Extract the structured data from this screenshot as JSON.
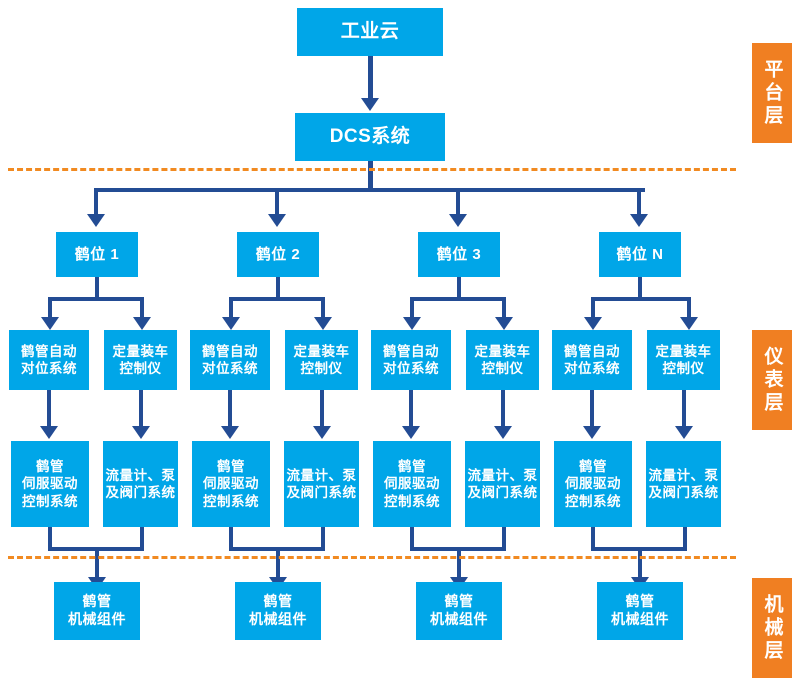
{
  "diagram": {
    "title_node": {
      "label": "工业云"
    },
    "dcs_node": {
      "label": "DCS系统"
    },
    "layer_tags": [
      {
        "label": "平台层",
        "name": "platform-layer"
      },
      {
        "label": "仪表层",
        "name": "instrument-layer"
      },
      {
        "label": "机械层",
        "name": "mechanical-layer"
      }
    ],
    "stations": [
      {
        "label": "鹤位 1"
      },
      {
        "label": "鹤位 2"
      },
      {
        "label": "鹤位 3"
      },
      {
        "label": "鹤位 N"
      }
    ],
    "instrument_nodes": [
      {
        "label": "鹤管自动\n对位系统"
      },
      {
        "label": "定量装车\n控制仪"
      },
      {
        "label": "鹤管自动\n对位系统"
      },
      {
        "label": "定量装车\n控制仪"
      },
      {
        "label": "鹤管自动\n对位系统"
      },
      {
        "label": "定量装车\n控制仪"
      },
      {
        "label": "鹤管自动\n对位系统"
      },
      {
        "label": "定量装车\n控制仪"
      }
    ],
    "driver_nodes": [
      {
        "label": "鹤管\n伺服驱动\n控制系统"
      },
      {
        "label": "流量计、泵\n及阀门系统"
      },
      {
        "label": "鹤管\n伺服驱动\n控制系统"
      },
      {
        "label": "流量计、泵\n及阀门系统"
      },
      {
        "label": "鹤管\n伺服驱动\n控制系统"
      },
      {
        "label": "流量计、泵\n及阀门系统"
      },
      {
        "label": "鹤管\n伺服驱动\n控制系统"
      },
      {
        "label": "流量计、泵\n及阀门系统"
      }
    ],
    "mechanical_nodes": [
      {
        "label": "鹤管\n机械组件"
      },
      {
        "label": "鹤管\n机械组件"
      },
      {
        "label": "鹤管\n机械组件"
      },
      {
        "label": "鹤管\n机械组件"
      }
    ],
    "colors": {
      "node_blue": "#00A6E8",
      "connector_navy": "#234C94",
      "layer_orange": "#F07F22",
      "divider_orange": "#F18A21",
      "background": "#FFFFFF"
    }
  },
  "chart_data": {
    "type": "table",
    "title": "鹤管装车控制系统三层架构图",
    "layers": [
      "平台层",
      "仪表层",
      "机械层"
    ],
    "levels": [
      {
        "level": 1,
        "layer": "平台层",
        "nodes": [
          "工业云"
        ]
      },
      {
        "level": 2,
        "layer": "平台层",
        "nodes": [
          "DCS系统"
        ]
      },
      {
        "level": 3,
        "layer": "仪表层",
        "nodes": [
          "鹤位 1",
          "鹤位 2",
          "鹤位 3",
          "鹤位 N"
        ]
      },
      {
        "level": 4,
        "layer": "仪表层",
        "nodes": [
          "鹤管自动对位系统",
          "定量装车控制仪",
          "鹤管自动对位系统",
          "定量装车控制仪",
          "鹤管自动对位系统",
          "定量装车控制仪",
          "鹤管自动对位系统",
          "定量装车控制仪"
        ]
      },
      {
        "level": 5,
        "layer": "仪表层",
        "nodes": [
          "鹤管伺服驱动控制系统",
          "流量计、泵及阀门系统",
          "鹤管伺服驱动控制系统",
          "流量计、泵及阀门系统",
          "鹤管伺服驱动控制系统",
          "流量计、泵及阀门系统",
          "鹤管伺服驱动控制系统",
          "流量计、泵及阀门系统"
        ]
      },
      {
        "level": 6,
        "layer": "机械层",
        "nodes": [
          "鹤管机械组件",
          "鹤管机械组件",
          "鹤管机械组件",
          "鹤管机械组件"
        ]
      }
    ],
    "edges": [
      {
        "from": "工业云",
        "to": "DCS系统"
      },
      {
        "from": "DCS系统",
        "to": "鹤位 1"
      },
      {
        "from": "DCS系统",
        "to": "鹤位 2"
      },
      {
        "from": "DCS系统",
        "to": "鹤位 3"
      },
      {
        "from": "DCS系统",
        "to": "鹤位 N"
      },
      {
        "from": "鹤位",
        "to": "鹤管自动对位系统"
      },
      {
        "from": "鹤位",
        "to": "定量装车控制仪"
      },
      {
        "from": "鹤管自动对位系统",
        "to": "鹤管伺服驱动控制系统"
      },
      {
        "from": "定量装车控制仪",
        "to": "流量计、泵及阀门系统"
      },
      {
        "from": "鹤管伺服驱动控制系统",
        "to": "鹤管机械组件"
      },
      {
        "from": "流量计、泵及阀门系统",
        "to": "鹤管机械组件"
      }
    ]
  }
}
